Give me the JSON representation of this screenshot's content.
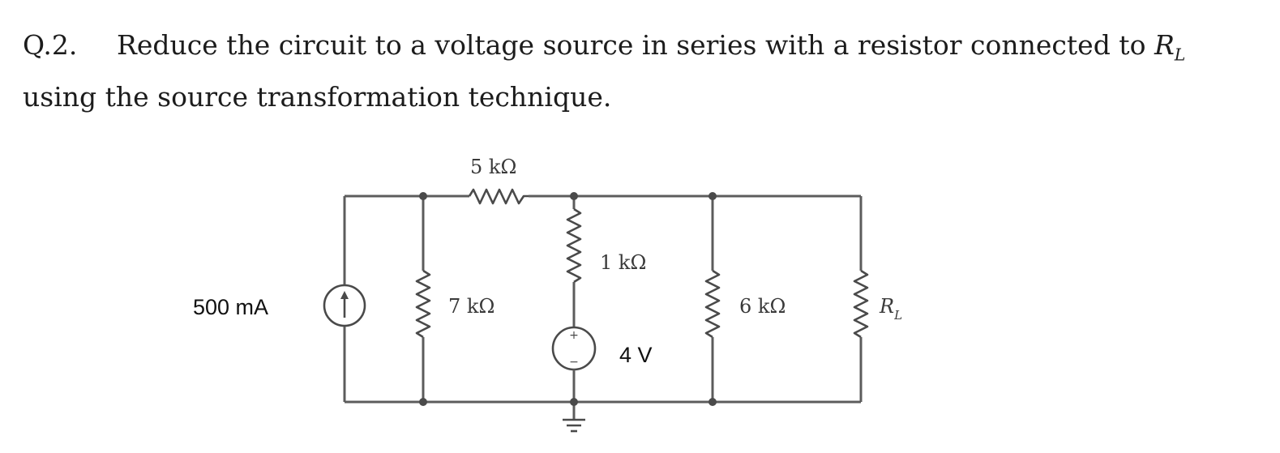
{
  "question": {
    "number": "Q.2.",
    "text_line1": "Reduce the circuit to a voltage source in series with a resistor connected to",
    "load_symbol": "R",
    "load_subscript": "L",
    "text_line2": "using the source transformation technique."
  },
  "circuit": {
    "current_source_label": "500  mA",
    "r_top_label": "5 kΩ",
    "r_shunt1_label": "7 kΩ",
    "r_series_label": "1 kΩ",
    "voltage_source_label": "4 V",
    "r_shunt2_label": "6 kΩ",
    "load_label_symbol": "R",
    "load_label_subscript": "L",
    "plus_sign": "+",
    "minus_sign": "−",
    "current_arrow_icon": "up-arrow-icon",
    "ground_icon": "ground-icon"
  }
}
